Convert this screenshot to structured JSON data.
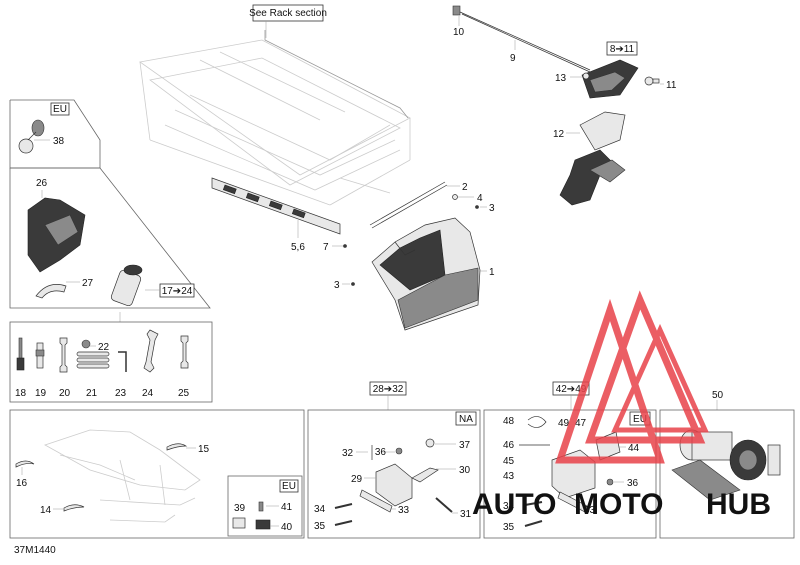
{
  "rack_note": "See Rack section",
  "diagram_id": "37M1440",
  "refs": {
    "r8_11": "8➔11",
    "r17_24": "17➔24",
    "r28_32": "28➔32",
    "r42_49": "42➔49"
  },
  "region_tags": {
    "eu_mirror": "EU",
    "eu_kit": "EU",
    "na": "NA",
    "eu_bracket": "EU"
  },
  "callouts": {
    "c1": "1",
    "c2": "2",
    "c3a": "3",
    "c3b": "3",
    "c4": "4",
    "c56": "5,6",
    "c7": "7",
    "c9": "9",
    "c10": "10",
    "c11": "11",
    "c12": "12",
    "c13": "13",
    "c14": "14",
    "c15": "15",
    "c16": "16",
    "c18": "18",
    "c19": "19",
    "c20": "20",
    "c21": "21",
    "c22": "22",
    "c23": "23",
    "c24": "24",
    "c25": "25",
    "c26": "26",
    "c27": "27",
    "c29": "29",
    "c30": "30",
    "c31": "31",
    "c32": "32",
    "c33a": "33",
    "c33b": "33",
    "c34a": "34",
    "c34b": "34",
    "c35a": "35",
    "c35b": "35",
    "c36a": "36",
    "c36b": "36",
    "c37": "37",
    "c38": "38",
    "c39": "39",
    "c40": "40",
    "c41": "41",
    "c43": "43",
    "c44": "44",
    "c45": "45",
    "c46": "46",
    "c47": "47",
    "c48": "48",
    "c49": "49",
    "c50": "50"
  },
  "watermark": {
    "brand_left": "AUTO",
    "brand_mid": "MOTO",
    "brand_right": "HUB",
    "color_red": "#e8424a",
    "color_yellow": "#f2b233",
    "color_grey": "#8a8a8a"
  }
}
